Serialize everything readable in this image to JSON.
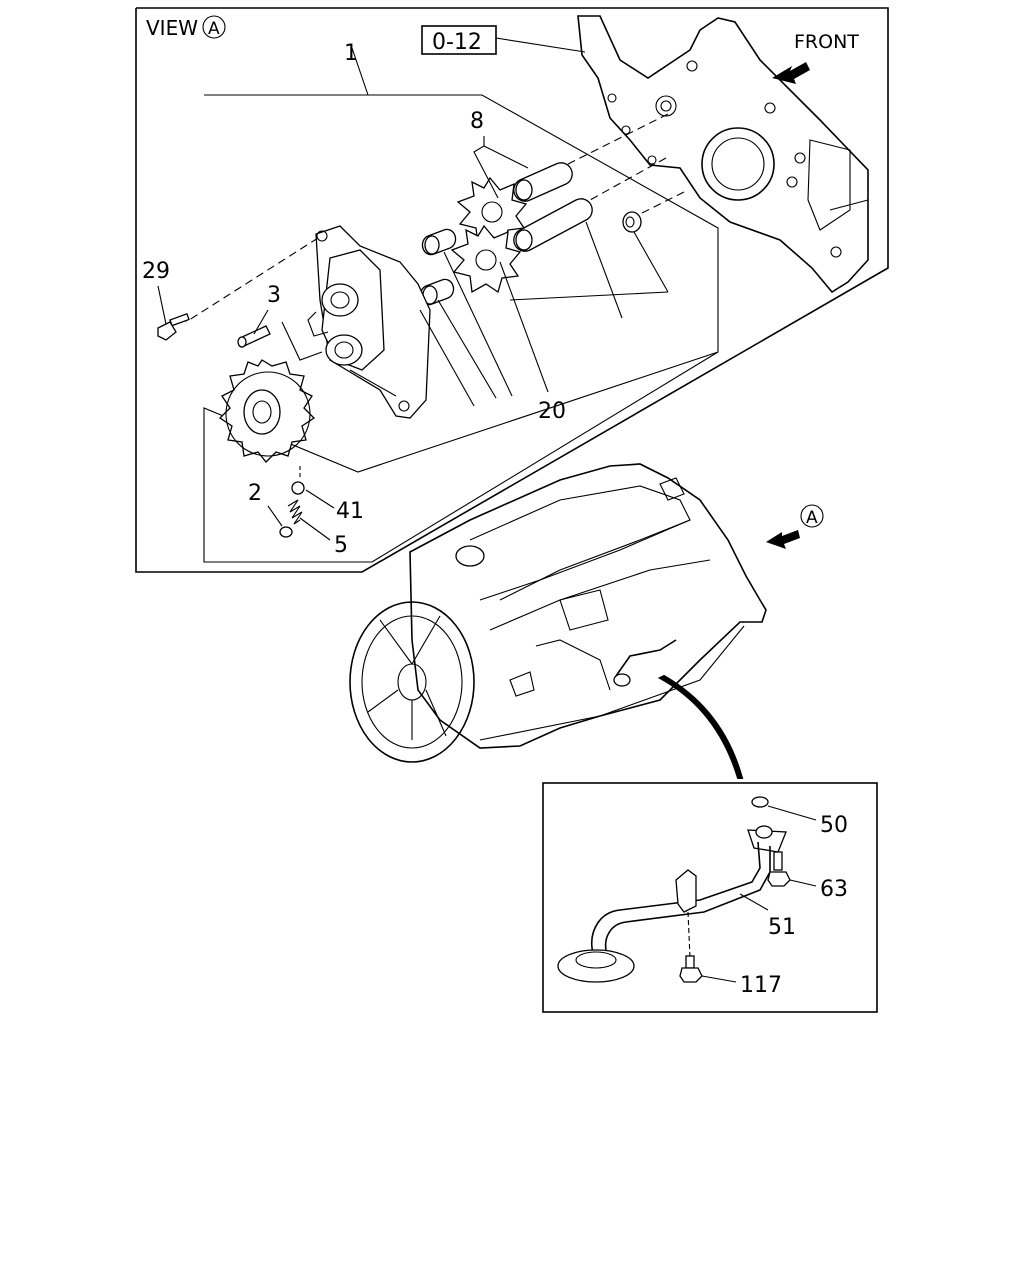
{
  "view": {
    "label": "VIEW",
    "circle_letter": "A"
  },
  "reference_box": "0-12",
  "front_label": "FRONT",
  "direction_marker": "A",
  "callouts": {
    "c1": "1",
    "c3": "3",
    "c8": "8",
    "c20": "20",
    "c29": "29",
    "c2": "2",
    "c41": "41",
    "c5": "5",
    "c50": "50",
    "c63": "63",
    "c51": "51",
    "c117": "117"
  }
}
